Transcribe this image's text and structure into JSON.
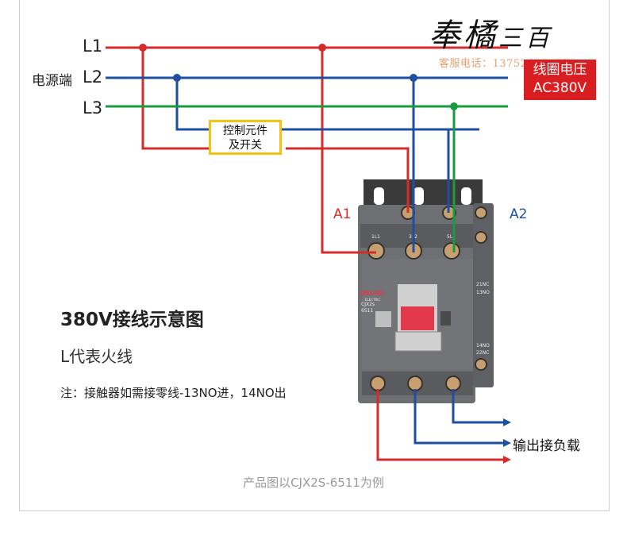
{
  "lines": {
    "l1": "L1",
    "l2": "L2",
    "l3": "L3",
    "supply_label": "电源端"
  },
  "control_box": {
    "line1": "控制元件",
    "line2": "及开关"
  },
  "coil_badge": {
    "line1": "线圈电压",
    "line2": "AC380V"
  },
  "coil_terminals": {
    "a1": "A1",
    "a2": "A2"
  },
  "contactor": {
    "brand": "DELIXI",
    "sub": "ELECTRIC",
    "model": "CJX2s",
    "model_no": "6511",
    "top_terminals": [
      "1L1",
      "3L2",
      "5L3"
    ],
    "aux_top": [
      "21NC",
      "13NO"
    ],
    "aux_bottom": [
      "14NO",
      "22NC"
    ]
  },
  "text": {
    "title": "380V接线示意图",
    "subtitle": "L代表火线",
    "note": "注：接触器如需接零线-13NO进，14NO出",
    "output_label": "输出接负载",
    "caption": "产品图以CJX2S-6511为例"
  },
  "brand": {
    "logo_main": "奉橘",
    "logo_tail": "三百",
    "phone": "客服电话：13752477677"
  },
  "colors": {
    "red": "#d62b2b",
    "blue": "#1e4fa3",
    "green": "#1a9a3e",
    "yellow": "#f2c40f",
    "badge": "#d91e22",
    "contactor_body": "#6e6f72"
  }
}
